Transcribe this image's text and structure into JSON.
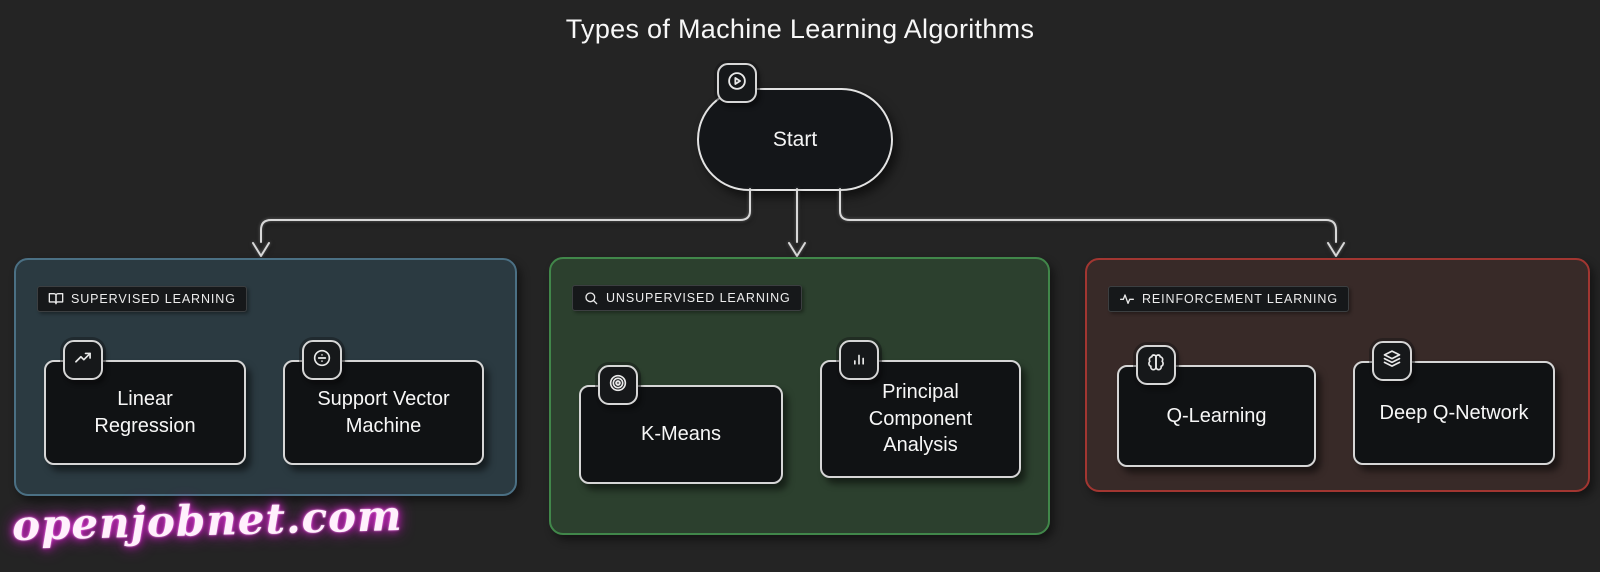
{
  "page": {
    "title": "Types of Machine Learning Algorithms",
    "watermark": "openjobnet.com",
    "background_color": "#242424",
    "connector_color": "#d8d8d8"
  },
  "start": {
    "label": "Start",
    "icon": "play-circle-icon"
  },
  "groups": [
    {
      "label": "SUPERVISED LEARNING",
      "icon": "book-open-icon",
      "accent_color": "#4b7084",
      "background_color": "#2b3a41",
      "cards": [
        {
          "label": "Linear Regression",
          "icon": "trending-up-icon"
        },
        {
          "label": "Support Vector Machine",
          "icon": "divide-circle-icon"
        }
      ]
    },
    {
      "label": "UNSUPERVISED LEARNING",
      "icon": "search-icon",
      "accent_color": "#41874a",
      "background_color": "#2c402e",
      "cards": [
        {
          "label": "K-Means",
          "icon": "target-icon"
        },
        {
          "label": "Principal Component Analysis",
          "icon": "bar-chart-icon"
        }
      ]
    },
    {
      "label": "REINFORCEMENT LEARNING",
      "icon": "activity-icon",
      "accent_color": "#a23631",
      "background_color": "#382a28",
      "cards": [
        {
          "label": "Q-Learning",
          "icon": "brain-icon"
        },
        {
          "label": "Deep Q-Network",
          "icon": "layers-icon"
        }
      ]
    }
  ]
}
